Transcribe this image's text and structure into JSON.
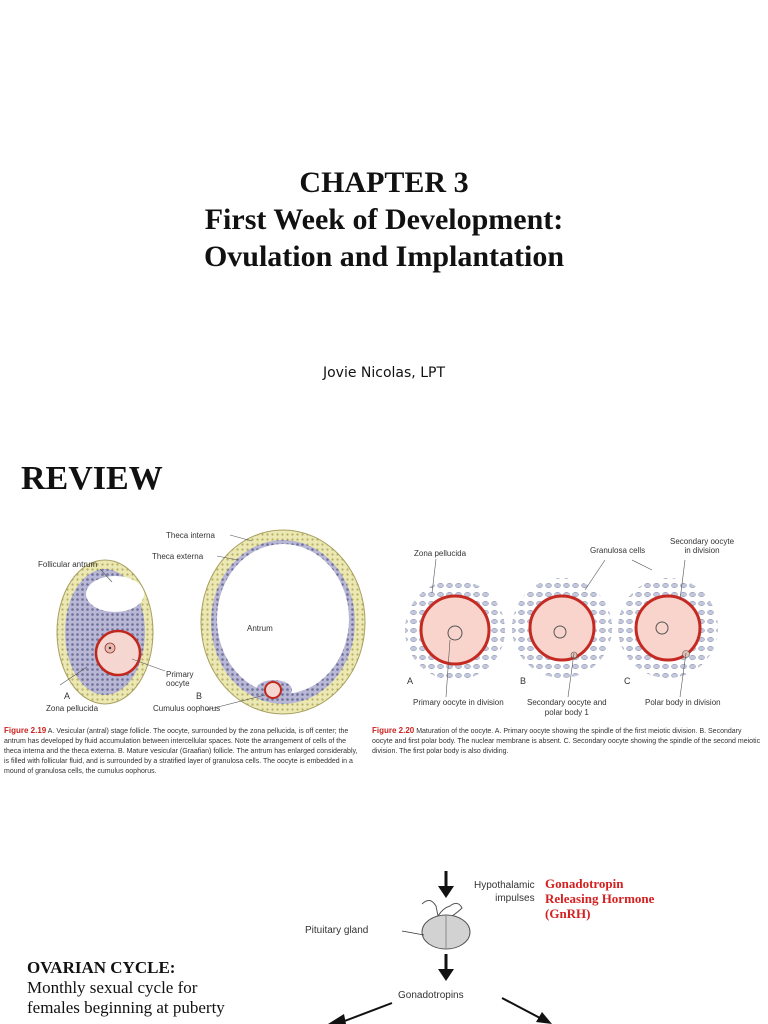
{
  "title": {
    "line1": "CHAPTER 3",
    "line2": "First Week of Development:",
    "line3": "Ovulation and Implantation"
  },
  "author": "Jovie Nicolas, LPT",
  "review_heading": "REVIEW",
  "fig219": {
    "labels": {
      "theca_interna": "Theca interna",
      "theca_externa": "Theca externa",
      "follicular_antrum": "Follicular antrum",
      "antrum": "Antrum",
      "primary_oocyte": "Primary\noocyte",
      "zona_pellucida": "Zona pellucida",
      "cumulus_oophorus": "Cumulus oophorus",
      "a": "A",
      "b": "B"
    },
    "caption_title": "Figure 2.19",
    "caption_text": " A. Vesicular (antral) stage follicle. The oocyte, surrounded by the zona pellucida, is off center; the antrum has developed by fluid accumulation between intercellular spaces. Note the arrangement of cells of the theca interna and the theca externa. B. Mature vesicular (Graafian) follicle. The antrum has enlarged considerably, is filled with follicular fluid, and is surrounded by a stratified layer of granulosa cells. The oocyte is embedded in a mound of granulosa cells, the cumulus oophorus."
  },
  "fig220": {
    "labels": {
      "zona_pellucida": "Zona pellucida",
      "granulosa_cells": "Granulosa cells",
      "secondary_oocyte_division": "Secondary oocyte\nin division",
      "a": "A",
      "b": "B",
      "c": "C",
      "primary_oocyte_division": "Primary oocyte in division",
      "secondary_oocyte_polar": "Secondary oocyte and\npolar body 1",
      "polar_body_division": "Polar body in division"
    },
    "caption_title": "Figure 2.20",
    "caption_text": " Maturation of the oocyte. A. Primary oocyte showing the spindle of the first meiotic division. B. Secondary oocyte and first polar body. The nuclear membrane is absent. C. Secondary oocyte showing the spindle of the second meiotic division. The first polar body is also dividing."
  },
  "hormone_diagram": {
    "hypothalamic": "Hypothalamic\nimpulses",
    "gnrh": "Gonadotropin\nReleasing Hormone\n(GnRH)",
    "pituitary": "Pituitary gland",
    "gonadotropins": "Gonadotropins"
  },
  "ovarian": {
    "heading": "OVARIAN CYCLE:",
    "line1": "Monthly sexual cycle for",
    "line2": "females beginning at puberty"
  }
}
